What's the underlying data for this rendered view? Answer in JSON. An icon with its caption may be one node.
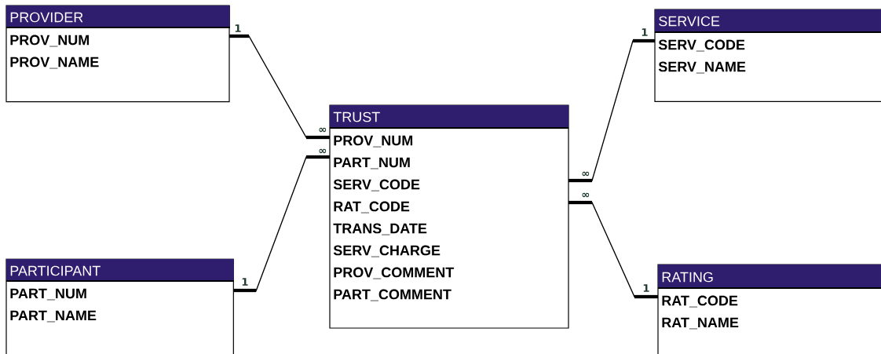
{
  "diagram": {
    "nodes": [
      {
        "text": [
          "PROVIDER",
          "PROV_NUM",
          "PROV_NAME"
        ]
      },
      {
        "text": [
          "SERVICE",
          "SERV_CODE",
          "SERV_NAME"
        ]
      },
      {
        "text": [
          "TRUST",
          "PROV_NUM",
          "PART_NUM",
          "SERV_CODE",
          "RAT_CODE",
          "TRANS_DATE",
          "SERV_CHARGE",
          "PROV_COMMENT",
          "PART_COMMENT"
        ]
      },
      {
        "text": [
          "PARTICIPANT",
          "PART_NUM",
          "PART_NAME"
        ]
      },
      {
        "text": [
          "RATING",
          "RAT_CODE",
          "RAT_NAME"
        ]
      }
    ],
    "edges": [
      {
        "from": 0,
        "to": 2,
        "arrow": "none"
      },
      {
        "from": 1,
        "to": 2,
        "arrow": "none"
      },
      {
        "from": 3,
        "to": 2,
        "arrow": "none"
      },
      {
        "from": 4,
        "to": 2,
        "arrow": "none"
      }
    ],
    "labels": [
      "1",
      "1",
      "∞",
      "∞",
      "∞",
      "∞",
      "1",
      "1"
    ]
  }
}
